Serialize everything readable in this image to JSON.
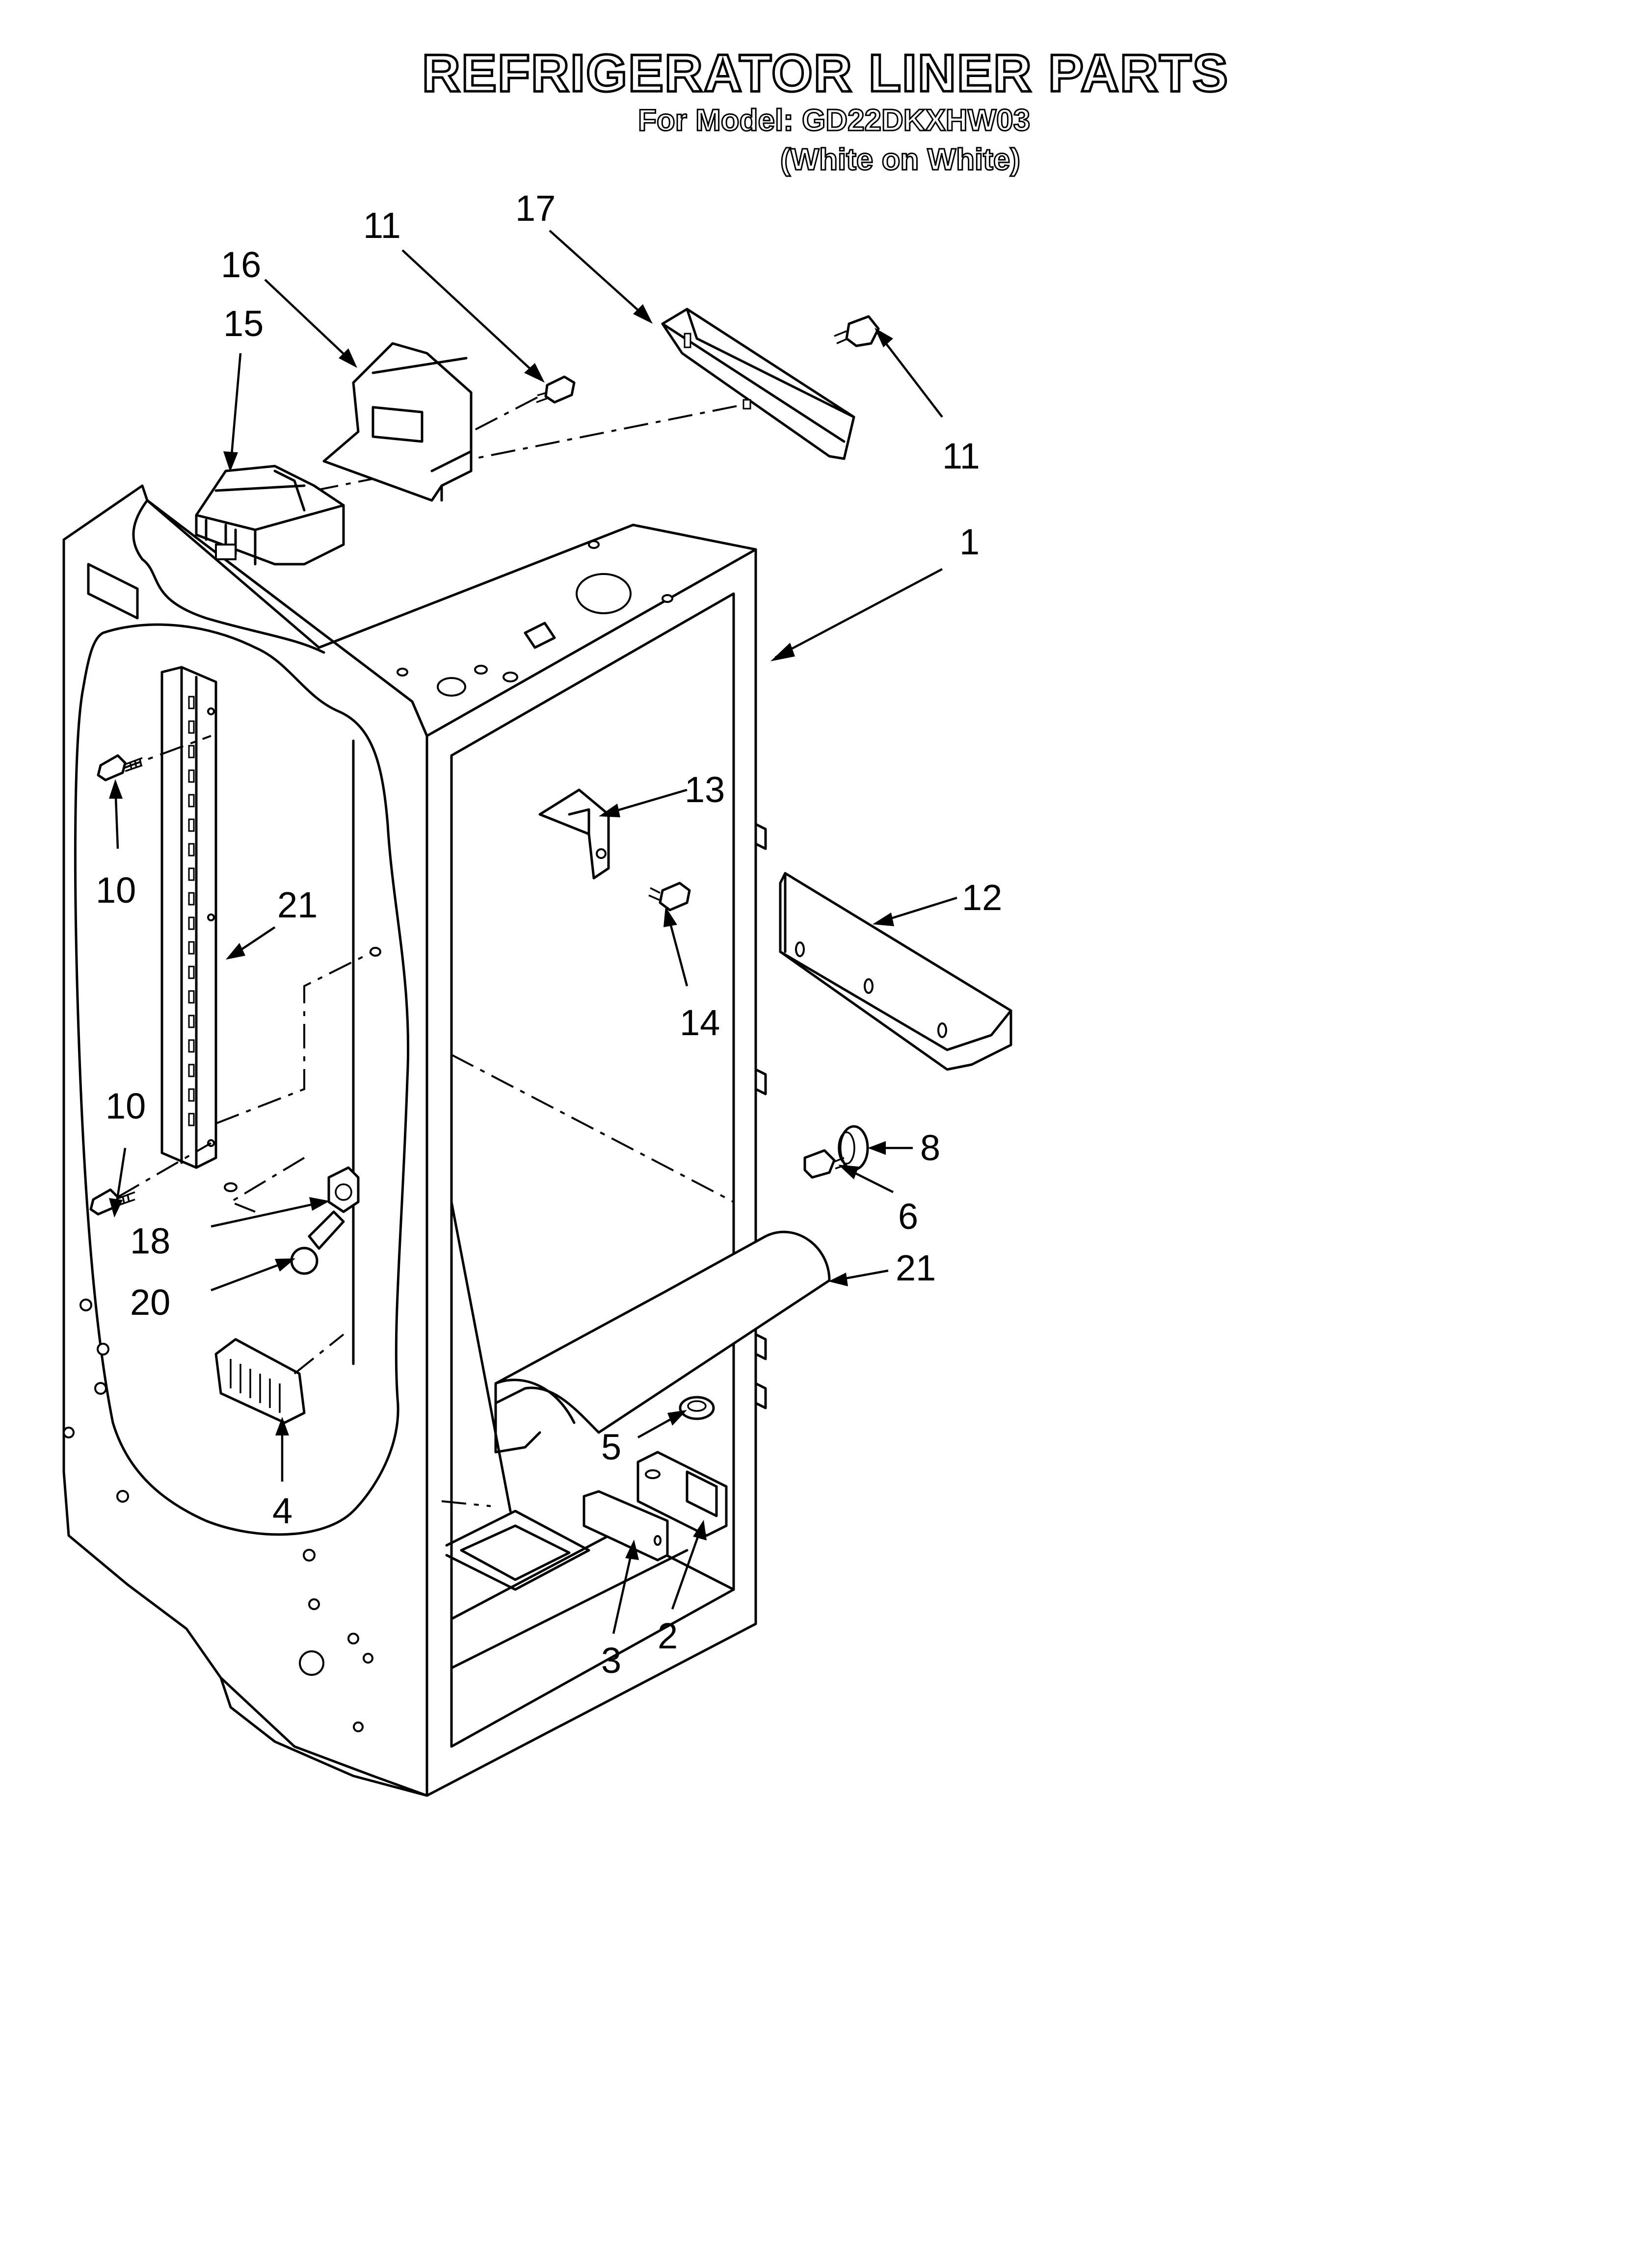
{
  "header": {
    "title": "REFRIGERATOR LINER PARTS",
    "model_line": "For Model: GD22DKXHW03",
    "color_line": "(White on White)"
  },
  "callouts": {
    "c1": "1",
    "c2": "2",
    "c3": "3",
    "c4": "4",
    "c5": "5",
    "c6": "6",
    "c8": "8",
    "c10a": "10",
    "c10b": "10",
    "c11a": "11",
    "c11b": "11",
    "c12": "12",
    "c13": "13",
    "c14": "14",
    "c15": "15",
    "c16": "16",
    "c17": "17",
    "c18": "18",
    "c20": "20",
    "c21a": "21",
    "c21b": "21"
  }
}
